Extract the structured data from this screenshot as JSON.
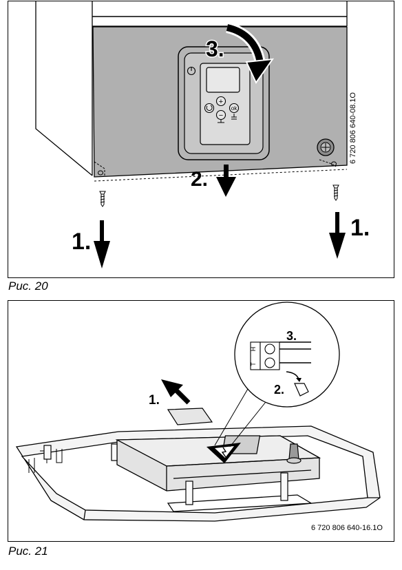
{
  "figures": [
    {
      "caption": "Рис. 20",
      "code": "6 720 806 640-08.1O",
      "steps": {
        "s1_left": "1.",
        "s1_right": "1.",
        "s2": "2.",
        "s3": "3."
      },
      "controls": {
        "plus": "+",
        "minus": "−",
        "ok": "ok"
      }
    },
    {
      "caption": "Рис. 21",
      "code": "6 720 806 640-16.1O",
      "steps": {
        "s1": "1.",
        "s2": "2.",
        "s3": "3."
      },
      "terminal": {
        "h": "H",
        "t": "T"
      }
    }
  ],
  "icons": [
    "power-icon",
    "reset-icon",
    "chimney-sweep-icon",
    "screw-icon",
    "arrow-down-icon",
    "curved-arrow-icon",
    "warning-high-voltage-icon"
  ]
}
